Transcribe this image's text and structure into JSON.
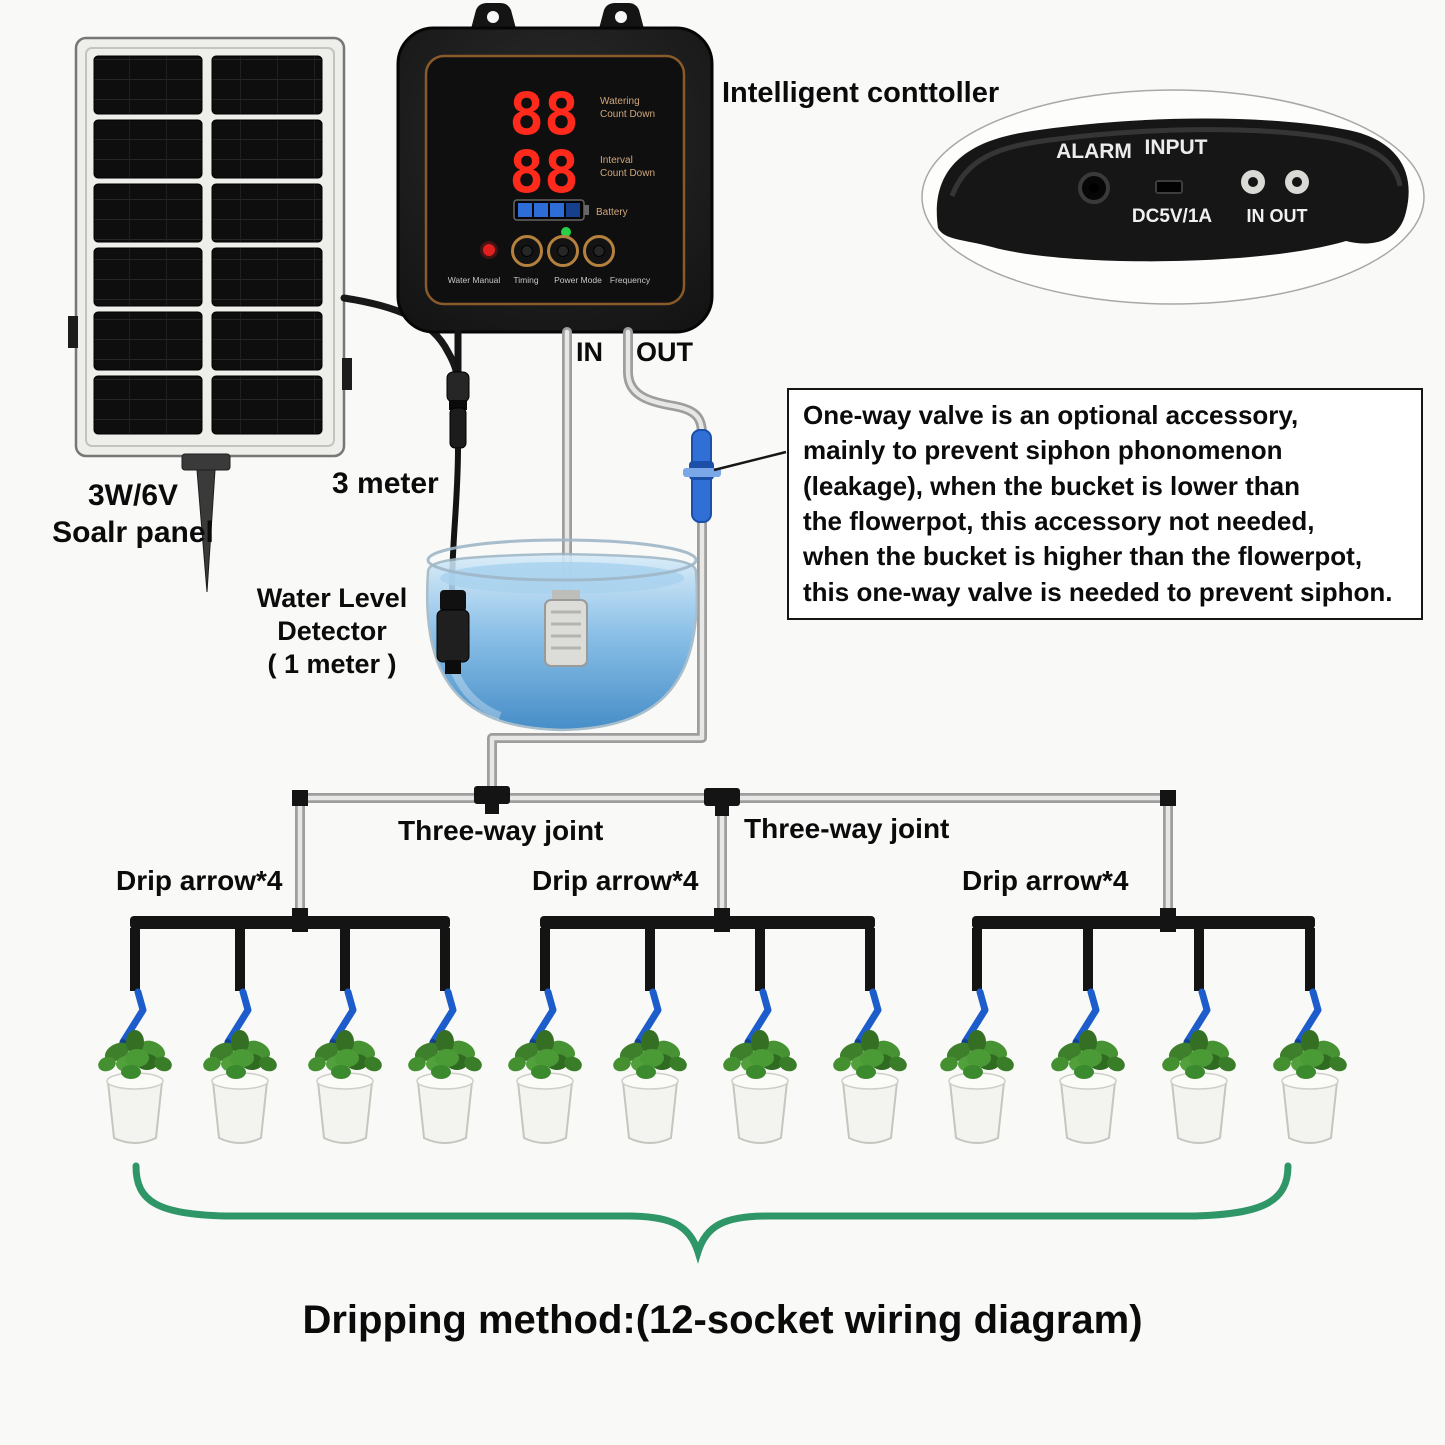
{
  "title": "Dripping method:(12-socket wiring diagram)",
  "solar": {
    "label": "3W/6V\nSoalr panel",
    "cable_label": "3 meter"
  },
  "controller": {
    "label": "Intelligent conttoller",
    "in": "IN",
    "out": "OUT",
    "display": {
      "top_value": "88",
      "top_caption_1": "Watering",
      "top_caption_2": "Count Down",
      "bottom_value": "88",
      "bottom_caption_1": "Interval",
      "bottom_caption_2": "Count Down",
      "battery_label": "Battery"
    },
    "buttons": [
      "Water Manual",
      "Timing",
      "Power Mode",
      "Frequency"
    ]
  },
  "side_view": {
    "alarm_label": "ALARM",
    "input_label": "INPUT",
    "power_label": "DC5V/1A",
    "inout_label": "IN OUT"
  },
  "bucket": {
    "detector_label": "Water Level\nDetector\n( 1 meter )"
  },
  "valve_note": "One-way valve is an optional accessory,\nmainly to prevent siphon phonomenon\n (leakage), when the bucket is lower than\n the flowerpot, this accessory not needed,\nwhen the bucket is higher than the flowerpot,\nthis one-way valve is needed to prevent siphon.",
  "joints": {
    "left_label": "Three-way joint",
    "right_label": "Three-way joint"
  },
  "drip_labels": [
    "Drip arrow*4",
    "Drip arrow*4",
    "Drip arrow*4"
  ],
  "colors": {
    "tube_gray": "#a4a4a4",
    "valve_blue": "#2f6fd6",
    "brace_green": "#2f9668",
    "led_red": "#ff291c"
  }
}
